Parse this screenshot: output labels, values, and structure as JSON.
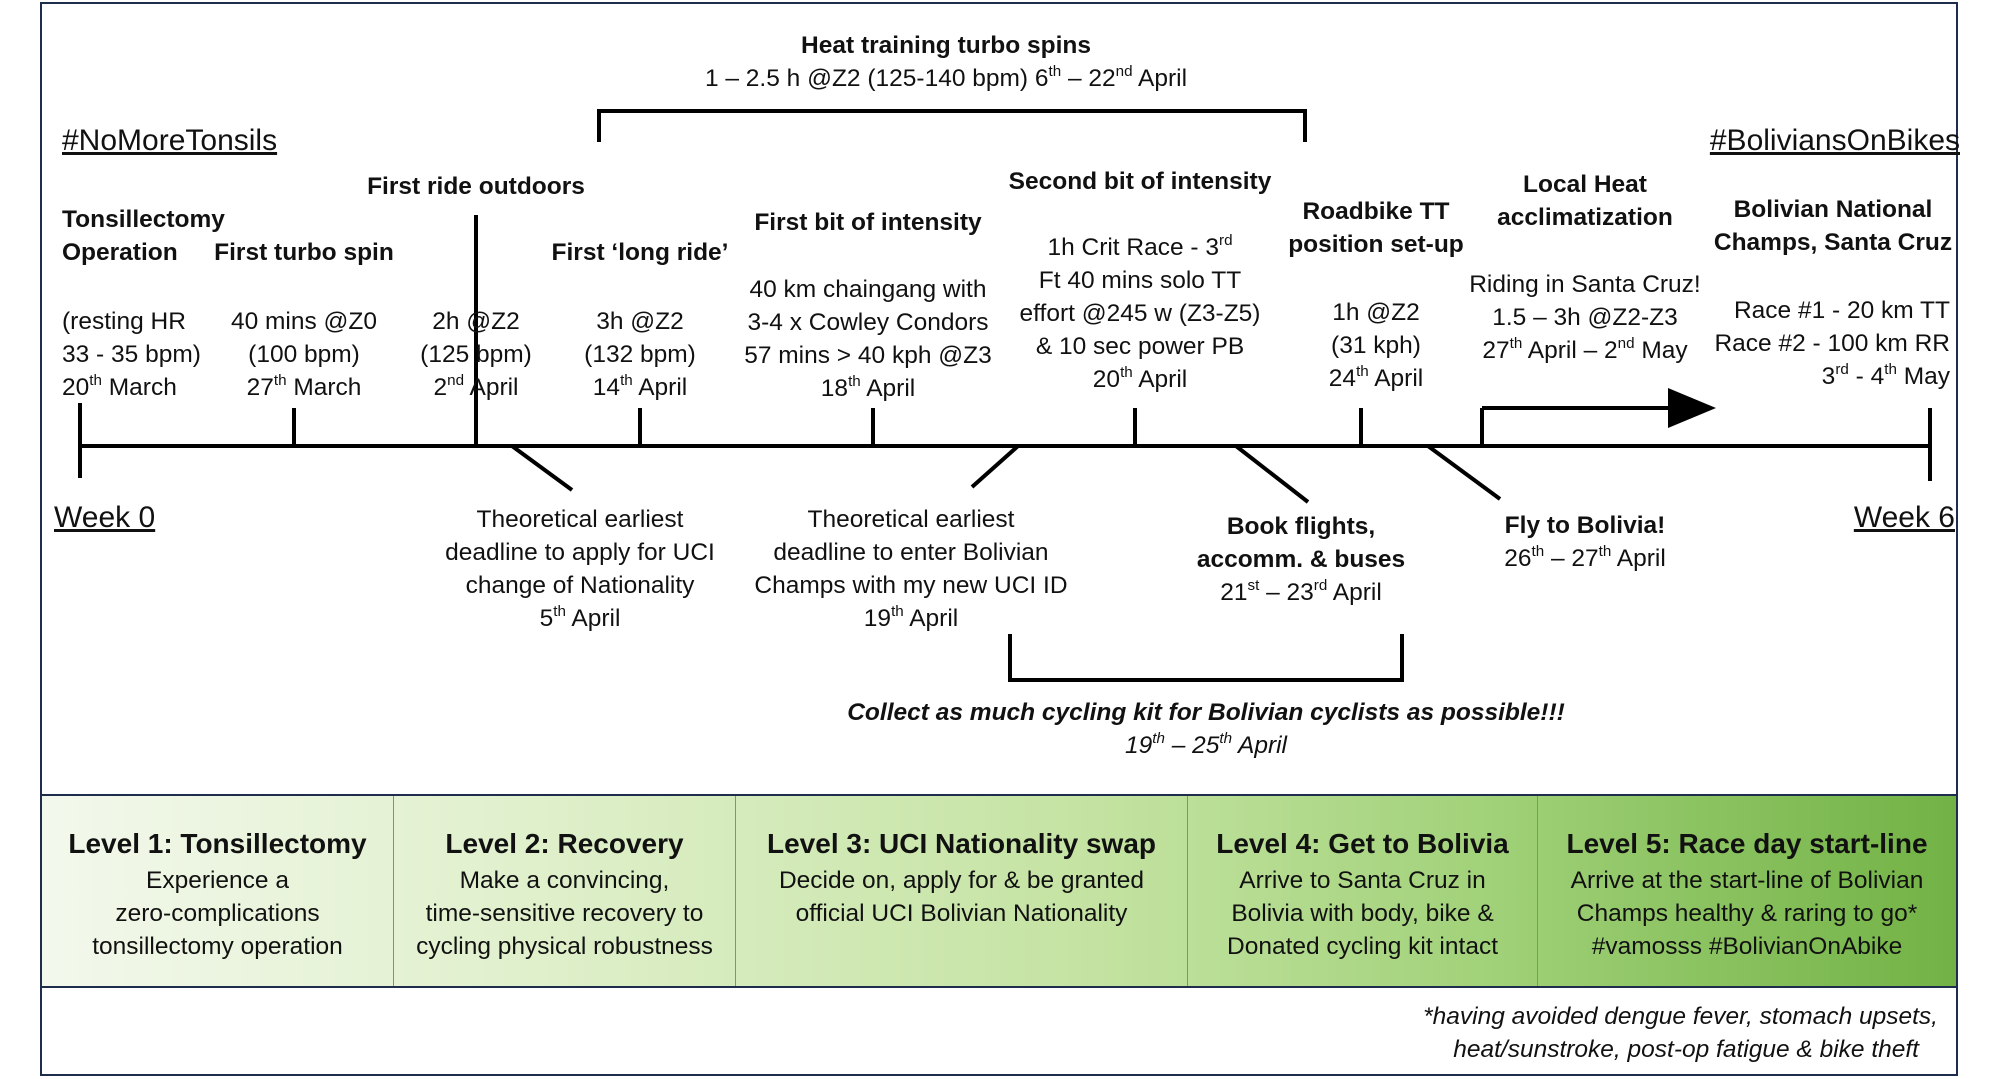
{
  "hashtags": {
    "left": "#NoMoreTonsils",
    "right": "#BoliviansOnBikes"
  },
  "weeks": {
    "start": "Week 0",
    "end": "Week 6"
  },
  "heat_training": {
    "title": "Heat training turbo spins",
    "detail": "1 – 2.5 h @Z2 (125-140 bpm) 6th – 22nd April"
  },
  "events_above": [
    {
      "title": [
        "Tonsillectomy",
        "Operation"
      ],
      "detail": [
        "(resting HR",
        "33 - 35 bpm)",
        "20th March"
      ]
    },
    {
      "title": [
        "First turbo spin"
      ],
      "detail": [
        "40 mins @Z0",
        "(100 bpm)",
        "27th March"
      ]
    },
    {
      "title": [
        "First ride outdoors"
      ],
      "detail": [
        "2h @Z2",
        "(125 bpm)",
        "2nd April"
      ]
    },
    {
      "title": [
        "First ‘long ride’"
      ],
      "detail": [
        "3h @Z2",
        "(132 bpm)",
        "14th April"
      ]
    },
    {
      "title": [
        "First bit of intensity"
      ],
      "detail": [
        "40 km chaingang with",
        "3-4 x Cowley Condors",
        "57 mins > 40 kph @Z3",
        "18th April"
      ]
    },
    {
      "title": [
        "Second bit of intensity"
      ],
      "detail": [
        "1h Crit Race - 3rd",
        "Ft 40 mins solo TT",
        "effort @245 w (Z3-Z5)",
        "& 10 sec power PB",
        "20th April"
      ]
    },
    {
      "title": [
        "Roadbike TT",
        "position set-up"
      ],
      "detail": [
        "1h @Z2",
        "(31 kph)",
        "24th April"
      ]
    },
    {
      "title": [
        "Local Heat",
        "acclimatization"
      ],
      "detail": [
        "Riding in Santa Cruz!",
        "1.5 – 3h @Z2-Z3",
        "27th April – 2nd May"
      ]
    },
    {
      "title": [
        "Bolivian National",
        "Champs, Santa Cruz"
      ],
      "detail": [
        "Race #1 - 20 km TT",
        "Race #2 - 100 km RR",
        "3rd - 4th May"
      ]
    }
  ],
  "events_below": [
    {
      "title": [],
      "detail": [
        "Theoretical earliest",
        "deadline to apply for UCI",
        "change of Nationality",
        "5th April"
      ]
    },
    {
      "title": [],
      "detail": [
        "Theoretical earliest",
        "deadline to enter Bolivian",
        "Champs with my new UCI ID",
        "19th April"
      ]
    },
    {
      "title": [
        "Book flights,",
        "accomm. & buses"
      ],
      "detail": [
        "21st – 23rd April"
      ]
    },
    {
      "title": [
        "Fly to Bolivia!"
      ],
      "detail": [
        "26th – 27th April"
      ]
    }
  ],
  "kit_collection": {
    "title": "Collect as much cycling kit for Bolivian cyclists as possible!!!",
    "dates": "19th – 25th April"
  },
  "levels": [
    {
      "title": "Level 1: Tonsillectomy",
      "desc": "Experience a\nzero-complications\ntonsillectomy operation"
    },
    {
      "title": "Level 2: Recovery",
      "desc": "Make a convincing,\ntime-sensitive recovery to\ncycling physical robustness"
    },
    {
      "title": "Level 3: UCI Nationality swap",
      "desc": "Decide on, apply for & be granted\nofficial UCI Bolivian Nationality"
    },
    {
      "title": "Level 4: Get to Bolivia",
      "desc": "Arrive to Santa Cruz in\nBolivia with body, bike &\nDonated cycling kit intact"
    },
    {
      "title": "Level 5: Race day start-line",
      "desc": "Arrive at the start-line of Bolivian\nChamps healthy & raring to go*\n#vamosss #BolivianOnAbike"
    }
  ],
  "footnote": [
    "*having avoided dengue fever, stomach upsets,",
    "heat/sunstroke, post-op fatigue & bike theft"
  ]
}
